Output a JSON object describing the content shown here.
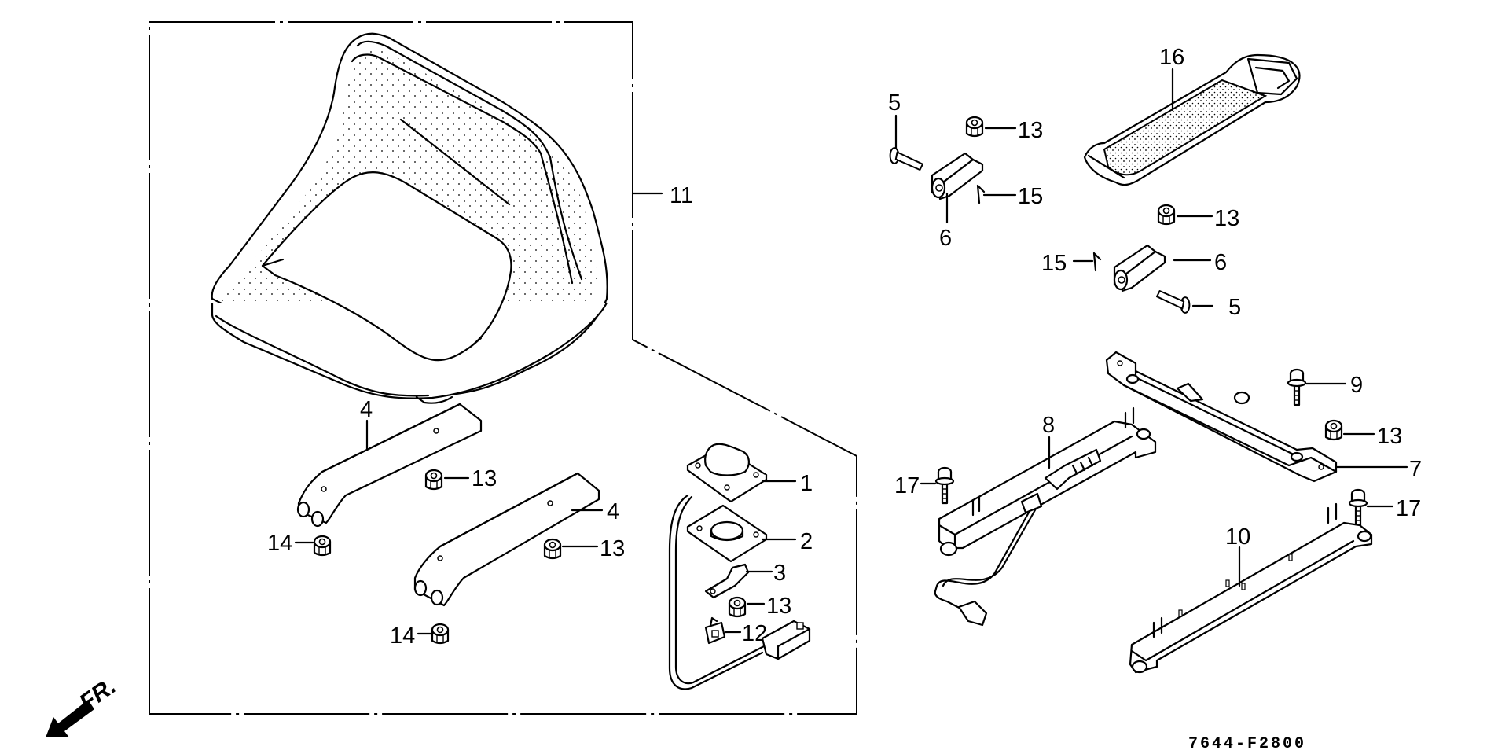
{
  "diagram": {
    "title": "Seat assembly parts diagram",
    "drawing_code": "7644-F2800",
    "direction_indicator": "FR.",
    "callouts": [
      {
        "id": "c1",
        "label": "1",
        "part": "seat switch"
      },
      {
        "id": "c2",
        "label": "2",
        "part": "switch base plate"
      },
      {
        "id": "c3",
        "label": "3",
        "part": "clamp"
      },
      {
        "id": "c4a",
        "label": "4",
        "part": "seat stay (left)"
      },
      {
        "id": "c4b",
        "label": "4",
        "part": "seat stay (right)"
      },
      {
        "id": "c5a",
        "label": "5",
        "part": "pin"
      },
      {
        "id": "c5b",
        "label": "5",
        "part": "pin"
      },
      {
        "id": "c6a",
        "label": "6",
        "part": "hinge bracket"
      },
      {
        "id": "c6b",
        "label": "6",
        "part": "hinge bracket"
      },
      {
        "id": "c7",
        "label": "7",
        "part": "seat hinge plate"
      },
      {
        "id": "c8",
        "label": "8",
        "part": "seat rail with lever"
      },
      {
        "id": "c9",
        "label": "9",
        "part": "bolt"
      },
      {
        "id": "c10",
        "label": "10",
        "part": "seat rail"
      },
      {
        "id": "c11",
        "label": "11",
        "part": "seat assembly"
      },
      {
        "id": "c12",
        "label": "12",
        "part": "connector clip"
      },
      {
        "id": "c13a",
        "label": "13",
        "part": "nut"
      },
      {
        "id": "c13b",
        "label": "13",
        "part": "nut"
      },
      {
        "id": "c13c",
        "label": "13",
        "part": "nut"
      },
      {
        "id": "c13d",
        "label": "13",
        "part": "nut"
      },
      {
        "id": "c13e",
        "label": "13",
        "part": "nut"
      },
      {
        "id": "c13f",
        "label": "13",
        "part": "nut"
      },
      {
        "id": "c14a",
        "label": "14",
        "part": "nut"
      },
      {
        "id": "c14b",
        "label": "14",
        "part": "nut"
      },
      {
        "id": "c15a",
        "label": "15",
        "part": "clip"
      },
      {
        "id": "c15b",
        "label": "15",
        "part": "clip"
      },
      {
        "id": "c16",
        "label": "16",
        "part": "seat strap"
      },
      {
        "id": "c17a",
        "label": "17",
        "part": "bolt"
      },
      {
        "id": "c17b",
        "label": "17",
        "part": "bolt"
      }
    ]
  }
}
